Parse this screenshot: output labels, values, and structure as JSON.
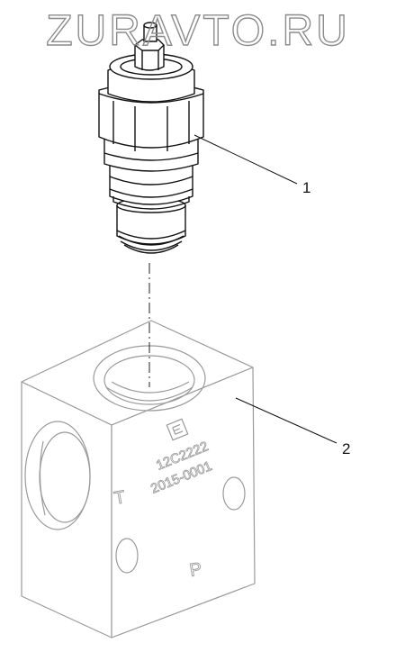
{
  "watermark": {
    "text": "ZURAVTO.RU"
  },
  "callouts": [
    {
      "number": "1"
    },
    {
      "number": "2"
    }
  ],
  "block_markings": {
    "part_number": "12C2222",
    "serial": "2015-0001",
    "port_t": "T",
    "port_p": "P"
  },
  "colors": {
    "line": "#111111",
    "block_line": "#9a9a9a",
    "watermark_stroke": "#8c8c8c",
    "background": "#ffffff"
  }
}
